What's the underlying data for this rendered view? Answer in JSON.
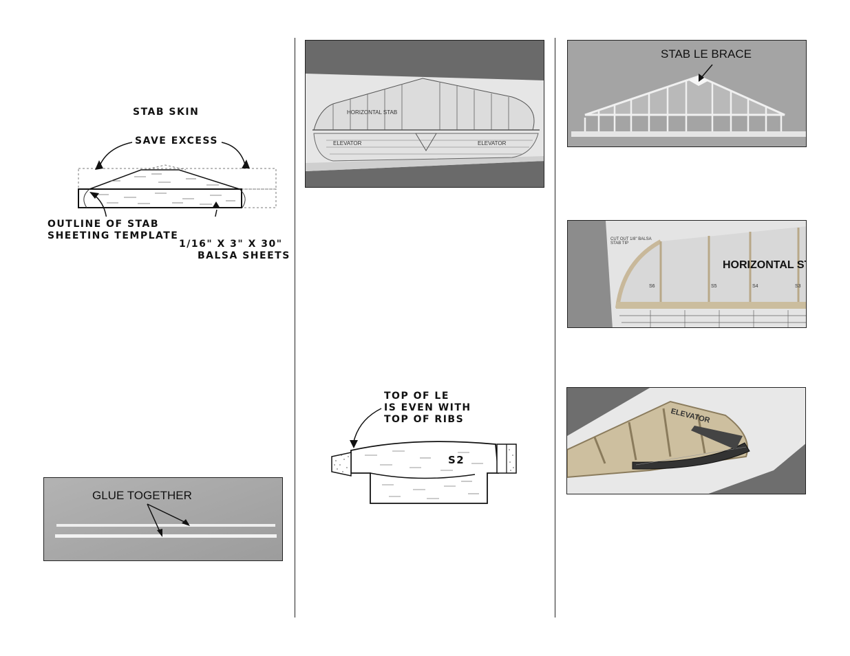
{
  "stab_skin_diagram": {
    "title": "STAB SKIN",
    "save_excess": "SAVE EXCESS",
    "outline_label_1": "OUTLINE OF STAB",
    "outline_label_2": "SHEETING TEMPLATE",
    "balsa_label_1": "1/16\" X 3\" X 30\"",
    "balsa_label_2": "BALSA SHEETS"
  },
  "glue_photo": {
    "label": "GLUE TOGETHER"
  },
  "plan_photo": {
    "stab_label": "HORIZONTAL STAB",
    "elevator_left": "ELEVATOR",
    "elevator_right": "ELEVATOR"
  },
  "rib_diagram": {
    "label_1": "TOP OF LE",
    "label_2": "IS EVEN WITH",
    "label_3": "TOP OF RIBS",
    "rib_name": "S2"
  },
  "brace_photo": {
    "label": "STAB LE BRACE"
  },
  "tip_photo": {
    "label": "HORIZONTAL ST",
    "note": "CUT OUT 1/8\" BALSA STAB TIP",
    "rib_numbers": [
      "S6",
      "S5",
      "S4",
      "S3"
    ]
  },
  "elevator_photo": {
    "label": "ELEVATOR"
  }
}
